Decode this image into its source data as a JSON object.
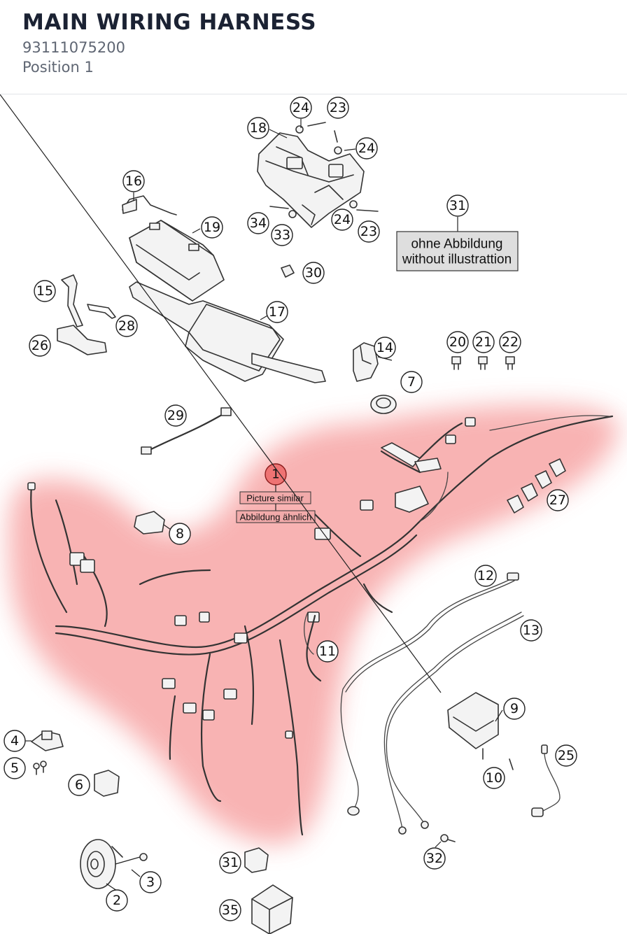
{
  "header": {
    "title": "MAIN WIRING HARNESS",
    "part_number": "93111075200",
    "position": "Position 1"
  },
  "highlight": {
    "callout": "1",
    "label_en": "Picture similar",
    "label_de": "Abbildung ähnlich",
    "color": "#f7a6a6"
  },
  "note": {
    "callout": "31",
    "line_de": "ohne Abbildung",
    "line_en": "without illustrattion"
  },
  "callouts": {
    "c24a": "24",
    "c23a": "23",
    "c18": "18",
    "c24b": "24",
    "c16": "16",
    "c19": "19",
    "c34": "34",
    "c24c": "24",
    "c23b": "23",
    "c33": "33",
    "c31a": "31",
    "c30": "30",
    "c15": "15",
    "c17": "17",
    "c28": "28",
    "c26": "26",
    "c14": "14",
    "c20": "20",
    "c21": "21",
    "c22": "22",
    "c7": "7",
    "c29": "29",
    "c27": "27",
    "c8": "8",
    "c12": "12",
    "c13": "13",
    "c11": "11",
    "c9": "9",
    "c4": "4",
    "c5": "5",
    "c25": "25",
    "c10": "10",
    "c6": "6",
    "c3": "3",
    "c2": "2",
    "c31b": "31",
    "c32": "32",
    "c35": "35"
  }
}
